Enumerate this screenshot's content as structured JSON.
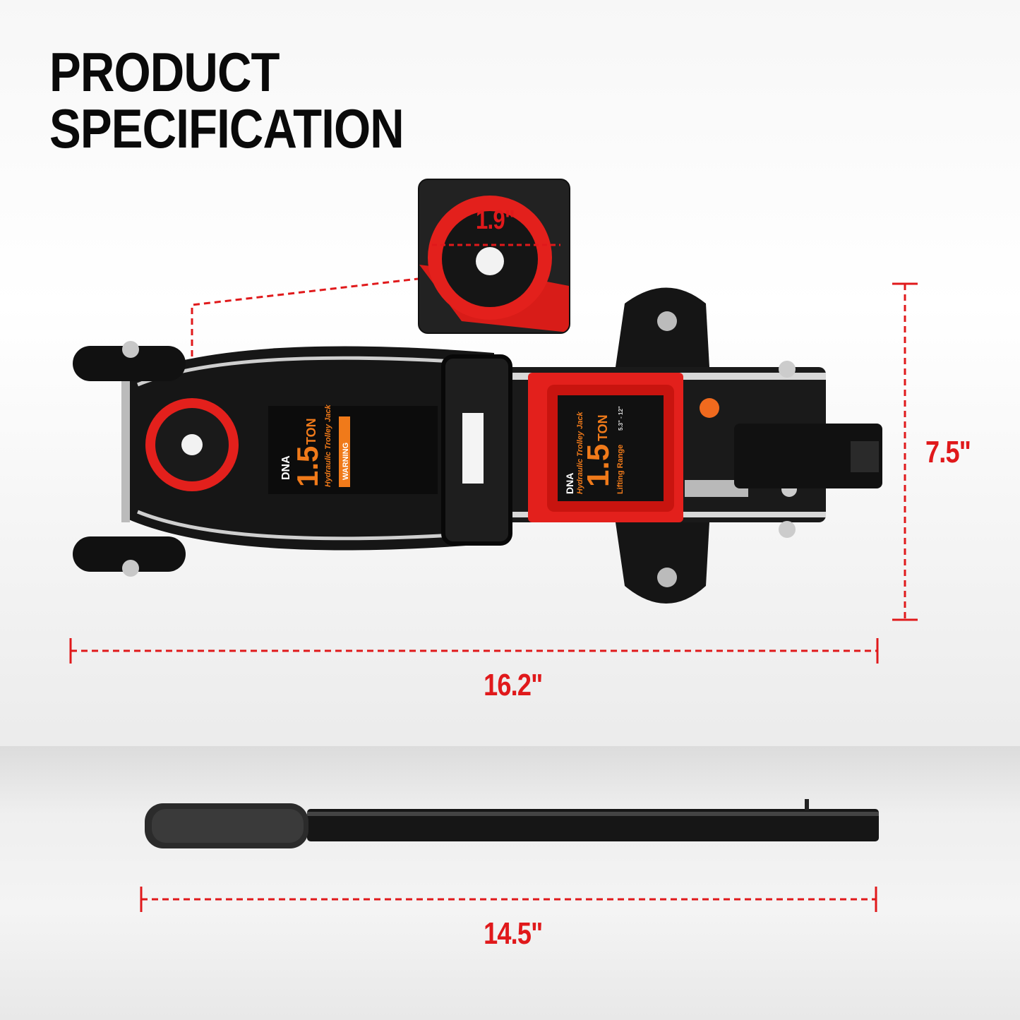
{
  "title": {
    "line1": "PRODUCT",
    "line2": "SPECIFICATION"
  },
  "dimensions": {
    "saddle_diameter": "1.9\"",
    "width": "7.5\"",
    "length": "16.2\"",
    "handle_length": "14.5\""
  },
  "product_labels": {
    "brand": "DNA",
    "capacity": "1.5",
    "unit": "TON",
    "name": "Hydraulic Trolley Jack",
    "warning": "WARNING",
    "lifting_range_label": "Lifting Range",
    "lifting_range": "5.3\" - 12\""
  },
  "colors": {
    "accent_red": "#e0191b",
    "jack_red": "#e3201c",
    "label_orange": "#f07a1a",
    "body_black": "#141414"
  }
}
